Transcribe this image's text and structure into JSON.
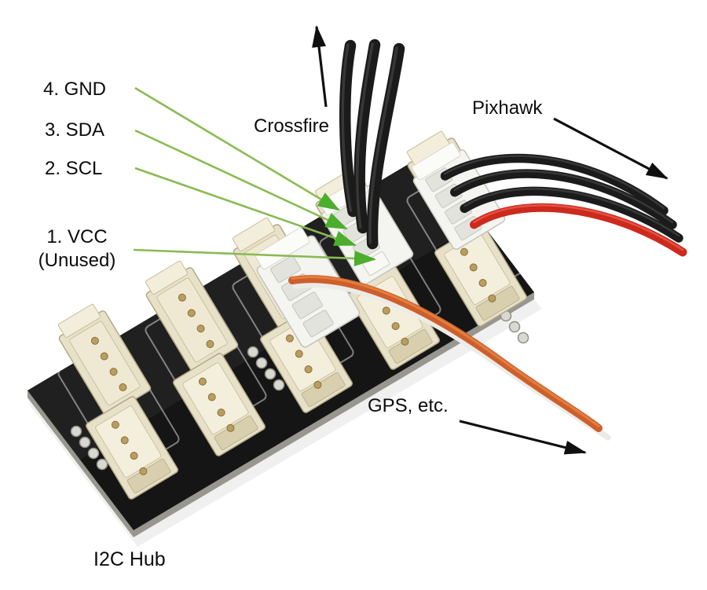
{
  "figure": {
    "caption": "I2C Hub"
  },
  "wire_labels": {
    "crossfire": "Crossfire",
    "pixhawk": "Pixhawk",
    "gps": "GPS, etc."
  },
  "pin_labels": [
    {
      "text": "4. GND"
    },
    {
      "text": "3. SDA"
    },
    {
      "text": "2. SCL"
    },
    {
      "line1": "1. VCC",
      "line2": "(Unused)"
    }
  ],
  "colors": {
    "background": "#ffffff",
    "annotation_green_line": "#8aba52",
    "annotation_green_arrow": "#4cae2c",
    "annotation_black": "#101010",
    "pcb_black": "#151515",
    "pcb_side_gray": "#97978f",
    "connector_cream": "#e8e1ca",
    "connector_white": "#f4f4f1",
    "wire_black": "#1b1b1b",
    "wire_red": "#cc2a1d",
    "wire_orange": "#cd5f2c",
    "wire_white": "#ebebe8"
  }
}
